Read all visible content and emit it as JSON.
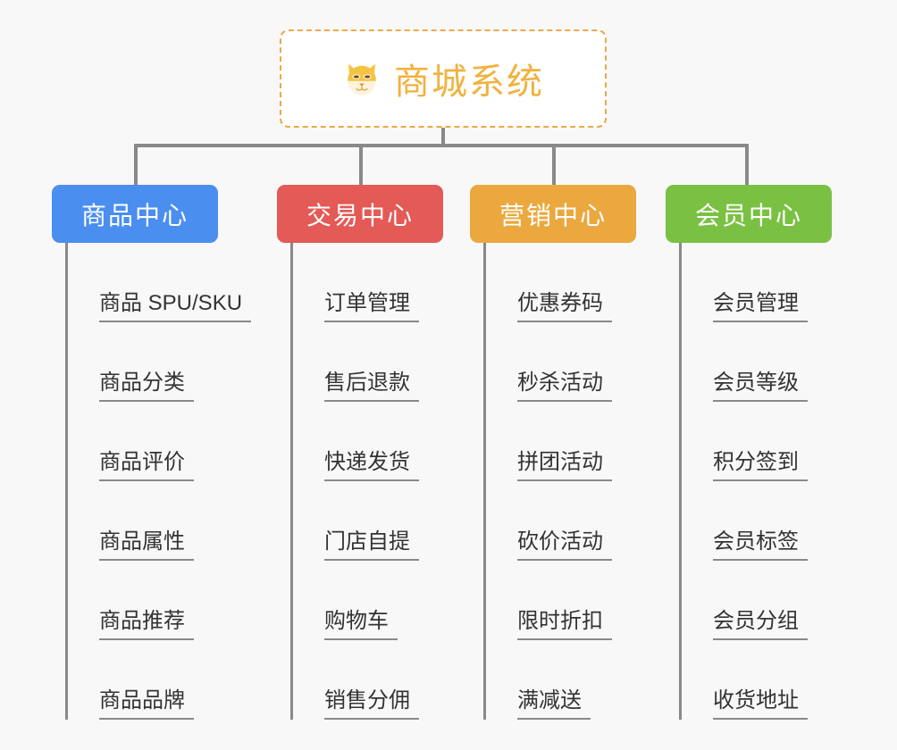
{
  "background_color": "#f8f8f8",
  "root": {
    "icon": "shiba-dog-face-emoji",
    "title": "商城系统",
    "title_color": "#f0b23f",
    "border_color": "#eaa94a"
  },
  "connector_color": "#898989",
  "columns": [
    {
      "id": "product-center",
      "label": "商品中心",
      "color": "#4a8ef0",
      "items": [
        "商品 SPU/SKU",
        "商品分类",
        "商品评价",
        "商品属性",
        "商品推荐",
        "商品品牌"
      ]
    },
    {
      "id": "trade-center",
      "label": "交易中心",
      "color": "#e35a56",
      "items": [
        "订单管理",
        "售后退款",
        "快递发货",
        "门店自提",
        "购物车",
        "销售分佣"
      ]
    },
    {
      "id": "marketing-center",
      "label": "营销中心",
      "color": "#eaa83e",
      "items": [
        "优惠券码",
        "秒杀活动",
        "拼团活动",
        "砍价活动",
        "限时折扣",
        "满减送"
      ]
    },
    {
      "id": "member-center",
      "label": "会员中心",
      "color": "#7ac143",
      "items": [
        "会员管理",
        "会员等级",
        "积分签到",
        "会员标签",
        "会员分组",
        "收货地址"
      ]
    }
  ]
}
